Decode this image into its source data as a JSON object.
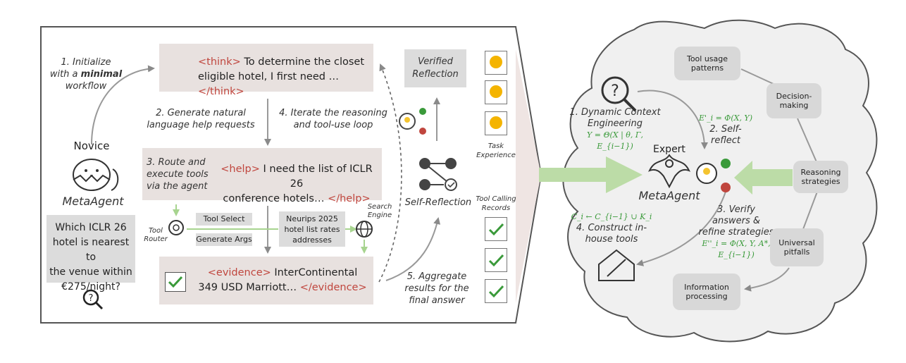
{
  "left": {
    "step1": {
      "line1": "1. Initialize",
      "line2a": "with a ",
      "line2b": "minimal",
      "line3": "workflow"
    },
    "novice_label": "Novice",
    "metaagent_label": "MetaAgent",
    "question": {
      "l1": "Which ICLR 26",
      "l2": "hotel is nearest to",
      "l3": "the venue within",
      "l4": "€275/night?"
    },
    "think": {
      "open": "<think>",
      "t1": " To determine the closet",
      "t2": "eligible hotel, I first need …",
      "close": "</think>"
    },
    "step2": {
      "l1": "2. Generate natural",
      "l2": "language help requests"
    },
    "step4": {
      "l1": "4. Iterate the reasoning",
      "l2": "and tool-use loop"
    },
    "help_side": {
      "l1": "3. Route and",
      "l2": "execute tools",
      "l3": "via the agent"
    },
    "help": {
      "open": "<help>",
      "t1": " I need the list of ICLR 26",
      "t2": "conference hotels… ",
      "close": "</help>"
    },
    "tool_router": {
      "l1": "Tool",
      "l2": "Router"
    },
    "tool_select": "Tool Select",
    "generate_args": "Generate Args",
    "neurips": {
      "l1": "Neurips 2025",
      "l2": "hotel list rates",
      "l3": "addresses"
    },
    "search_engine": {
      "l1": "Search",
      "l2": "Engine"
    },
    "evidence": {
      "open": "<evidence>",
      "t1": " InterContinental",
      "t2": "349 USD Marriott… ",
      "close": "</evidence>"
    },
    "step5": {
      "l1": "5. Aggregate",
      "l2": "results for the",
      "l3": "final answer"
    },
    "verified": {
      "l1": "Verified",
      "l2": "Reflection"
    },
    "self_reflection": "Self-Reflection",
    "task_experience": {
      "l1": "Task",
      "l2": "Experience"
    },
    "tool_calling": {
      "l1": "Tool Calling",
      "l2": "Records"
    }
  },
  "right": {
    "dce": {
      "l1": "1. Dynamic Context",
      "l2": "Engineering",
      "formula": "Y = Θ(X | θ, Γ, E_{i−1})"
    },
    "self_reflect": {
      "formula": "E'_i = Φ(X, Y)",
      "l1": "2. Self-",
      "l2": "reflect"
    },
    "expert": "Expert",
    "metaagent": "MetaAgent",
    "verify": {
      "l1": "3. Verify",
      "l2": "answers &",
      "l3": "refine strategies",
      "formula": "E''_i = Φ(X, Y, A*, E_{i−1})"
    },
    "construct": {
      "formula": "C_i ← C_{i−1} ∪ K_i",
      "l1": "4. Construct in-",
      "l2": "house tools"
    },
    "tool_usage": {
      "l1": "Tool usage",
      "l2": "patterns"
    },
    "decision": {
      "l1": "Decision-",
      "l2": "making"
    },
    "reasoning": {
      "l1": "Reasoning",
      "l2": "strategies"
    },
    "universal": {
      "l1": "Universal",
      "l2": "pitfalls"
    },
    "information": {
      "l1": "Information",
      "l2": "processing"
    }
  },
  "colors": {
    "tag_red": "#c0463e",
    "formula_green": "#3a9a3a",
    "box_beige": "#e8e1df",
    "box_gray": "#d8d8d8",
    "arrow_green": "#b9dba5",
    "cloud_bg": "#f0f0f0"
  }
}
